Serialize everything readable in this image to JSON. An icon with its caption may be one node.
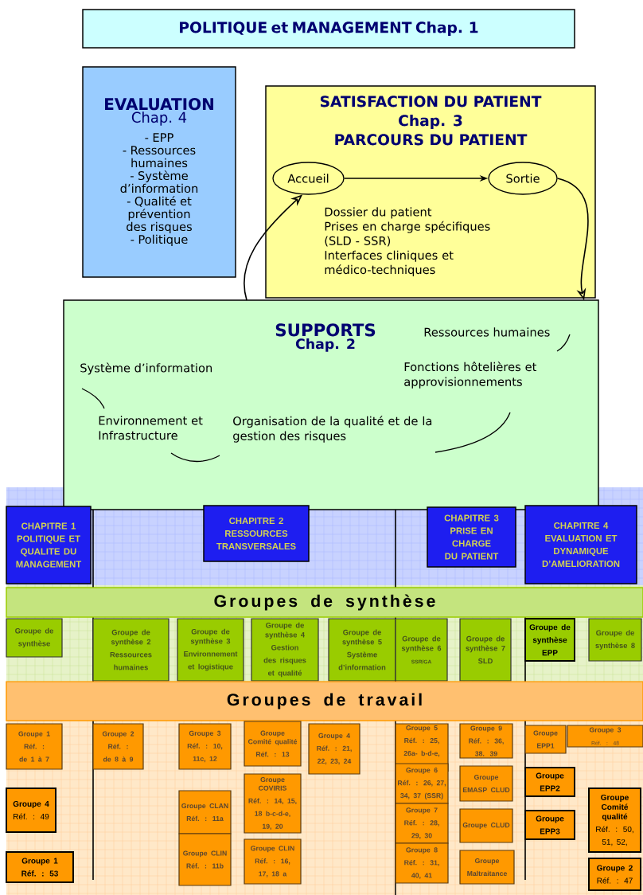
{
  "diagram": {
    "nodes": [
      {
        "text": [
          "POLITIQUE et MANAGEMENT Chap. 1"
        ]
      },
      {
        "text": [
          "EVALUATION",
          "Chap. 4",
          "- EPP",
          "- Ressources humaines",
          "- Système d’information",
          "- Qualité et prévention des risques",
          "- Politique"
        ]
      },
      {
        "text": [
          "SATISFACTION DU PATIENT",
          "Chap. 3",
          "PARCOURS DU PATIENT",
          "Dossier du patient",
          "Prises en charge spécifiques (SLD - SSR)",
          "Interfaces cliniques et médico-techniques"
        ]
      },
      {
        "text": [
          "Accueil"
        ],
        "in": 2
      },
      {
        "text": [
          "Sortie"
        ],
        "in": 2
      },
      {
        "text": [
          "SUPPORTS",
          "Chap. 2",
          "Ressources humaines",
          "Système d’information",
          "Fonctions hôtelières et approvisionnements",
          "Environnement et Infrastructure",
          "Organisation de la qualité et de la gestion des risques"
        ]
      },
      {
        "text": [
          "CHAPITRE 1",
          "POLITIQUE ET QUALITE DU MANAGEMENT"
        ]
      },
      {
        "text": [
          "CHAPITRE 2",
          "RESSOURCES TRANSVERSALES"
        ]
      },
      {
        "text": [
          "CHAPITRE 3",
          "PRISE EN CHARGE DU PATIENT"
        ]
      },
      {
        "text": [
          "CHAPITRE 4",
          "EVALUATION ET DYNAMIQUE D’AMELIORATION"
        ]
      },
      {
        "text": [
          "Groupes de synthèse"
        ]
      },
      {
        "text": [
          "Groupe de synthèse"
        ]
      },
      {
        "text": [
          "Groupe de synthèse 2",
          "Ressources humaines"
        ]
      },
      {
        "text": [
          "Groupe de synthèse 3",
          "Environnement et logistique"
        ]
      },
      {
        "text": [
          "Groupe de synthèse 4",
          "Gestion des risques et qualité"
        ]
      },
      {
        "text": [
          "Groupe de synthèse 5",
          "Système d’information"
        ]
      },
      {
        "text": [
          "Groupe de synthèse 6",
          "SSR/GA"
        ]
      },
      {
        "text": [
          "Groupe de synthèse 7",
          "SLD"
        ]
      },
      {
        "text": [
          "Groupe de synthèse EPP"
        ]
      },
      {
        "text": [
          "Groupe de synthèse 8"
        ]
      },
      {
        "text": [
          "Groupes de travail"
        ]
      },
      {
        "text": [
          "Groupe 1",
          "Réf. : de 1 à 7"
        ]
      },
      {
        "text": [
          "Groupe 2",
          "Réf. : de 8 à 9"
        ]
      },
      {
        "text": [
          "Groupe 3",
          "Réf. : 10, 11c, 12"
        ]
      },
      {
        "text": [
          "Groupe Comité qualité",
          "Réf. : 13"
        ]
      },
      {
        "text": [
          "Groupe 4",
          "Réf. : 21, 22, 23, 24"
        ]
      },
      {
        "text": [
          "Groupe 5",
          "Réf. : 25, 26a- b-d-e, 33, 35"
        ]
      },
      {
        "text": [
          "Groupe 6",
          "Réf. : 26, 27, 34, 37 (SSR)"
        ]
      },
      {
        "text": [
          "Groupe 7",
          "Réf. : 28, 29, 30"
        ]
      },
      {
        "text": [
          "Groupe 8",
          "Réf. : 31, 40, 41"
        ]
      },
      {
        "text": [
          "Groupe 9",
          "Réf. : 36, 38. 39"
        ]
      },
      {
        "text": [
          "Groupe EMASP CLUD"
        ]
      },
      {
        "text": [
          "Groupe CLUD"
        ]
      },
      {
        "text": [
          "Groupe Maltraitance"
        ]
      },
      {
        "text": [
          "Groupe EPP1"
        ]
      },
      {
        "text": [
          "Groupe 3",
          "Réf. : 48"
        ]
      },
      {
        "text": [
          "Groupe EPP2"
        ]
      },
      {
        "text": [
          "Groupe EPP3"
        ]
      },
      {
        "text": [
          "Groupe Comité qualité",
          "Réf. : 50, 51, 52,"
        ]
      },
      {
        "text": [
          "Groupe 2",
          "Réf. : 47"
        ]
      },
      {
        "text": [
          "Groupe 4",
          "Réf. : 49"
        ]
      },
      {
        "text": [
          "Groupe 1",
          "Réf. : 53"
        ]
      },
      {
        "text": [
          "Groupe CLAN",
          "Réf. : 11a"
        ]
      },
      {
        "text": [
          "Groupe CLIN",
          "Réf. : 11b"
        ]
      },
      {
        "text": [
          "Groupe COVIRIS",
          "Réf. : 14, 15, 18 b-c-d-e, 19, 20"
        ]
      },
      {
        "text": [
          "Groupe CLIN",
          "Réf. : 16, 17, 18 a"
        ]
      }
    ],
    "edges": [
      {
        "from": 3,
        "to": 4,
        "arrow": "to"
      },
      {
        "from": 5,
        "to": 3,
        "arrow": "to"
      },
      {
        "from": 4,
        "to": 5,
        "arrow": "to"
      }
    ]
  }
}
